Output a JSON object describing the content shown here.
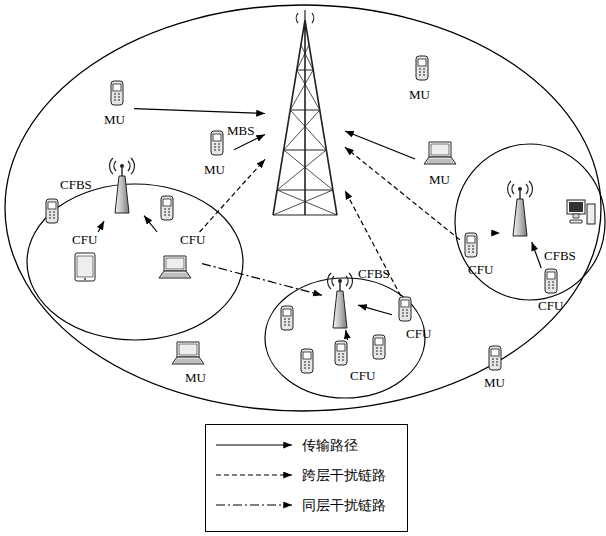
{
  "diagram": {
    "nodes": [
      {
        "text": [
          "MBS"
        ]
      },
      {
        "text": [
          "MU"
        ]
      },
      {
        "text": [
          "MU"
        ]
      },
      {
        "text": [
          "CFBS"
        ]
      },
      {
        "text": [
          "CFU"
        ]
      },
      {
        "text": [
          "CFU"
        ]
      },
      {
        "text": [
          "MU"
        ]
      },
      {
        "text": [
          "MU"
        ]
      },
      {
        "text": [
          "CFBS"
        ]
      },
      {
        "text": [
          "CFU"
        ]
      },
      {
        "text": [
          "CFU"
        ]
      },
      {
        "text": [
          "CFBS"
        ]
      },
      {
        "text": [
          "CFU"
        ]
      },
      {
        "text": [
          "CFU"
        ]
      },
      {
        "text": [
          "MU"
        ]
      },
      {
        "text": [
          "MU"
        ]
      }
    ],
    "edges": [
      {
        "from": 1,
        "to": 0,
        "arrow": "to"
      },
      {
        "from": 4,
        "to": 3,
        "arrow": "to"
      },
      {
        "from": 5,
        "to": 3,
        "arrow": "to"
      },
      {
        "from": 5,
        "to": 0,
        "arrow": "to"
      },
      {
        "from": 5,
        "to": 8,
        "arrow": "to"
      },
      {
        "from": 6,
        "to": 0,
        "arrow": "to"
      },
      {
        "from": 7,
        "to": 0,
        "arrow": "to"
      },
      {
        "from": 9,
        "to": 8,
        "arrow": "to"
      },
      {
        "from": 10,
        "to": 8,
        "arrow": "to"
      },
      {
        "from": 9,
        "to": 0,
        "arrow": "to"
      },
      {
        "from": 12,
        "to": 11,
        "arrow": "to"
      },
      {
        "from": 12,
        "to": 0,
        "arrow": "to"
      },
      {
        "from": 13,
        "to": 11,
        "arrow": "to"
      }
    ],
    "legend": [
      {
        "text": "传输路径"
      },
      {
        "text": "跨层干扰链路"
      },
      {
        "text": "同层干扰链路"
      }
    ]
  }
}
